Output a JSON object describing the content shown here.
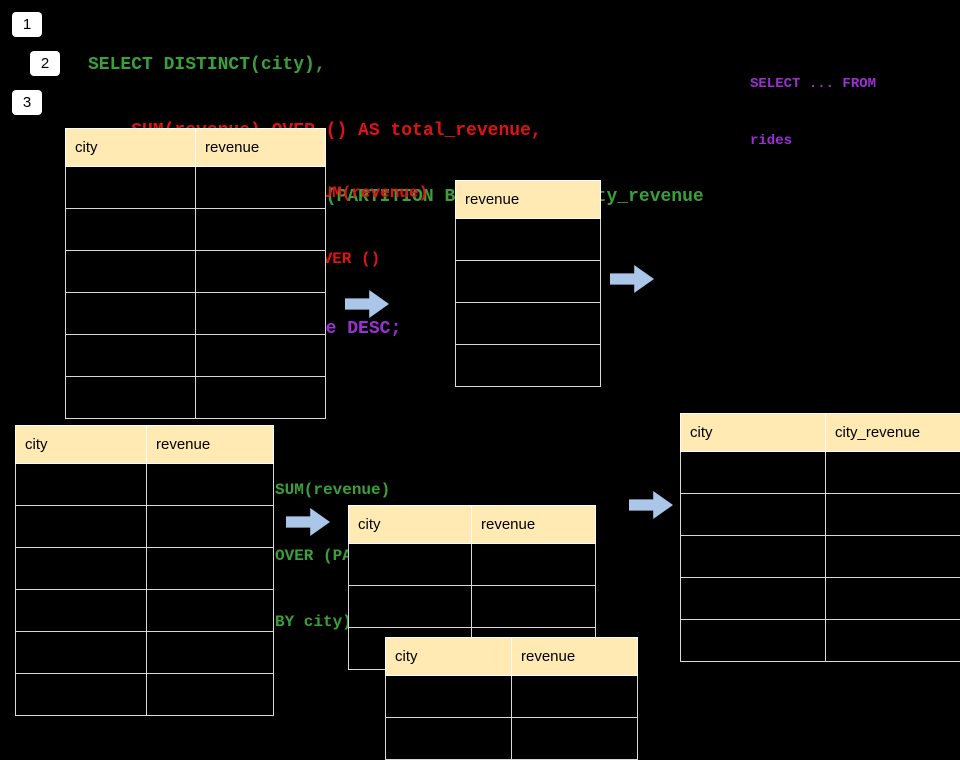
{
  "badges": [
    {
      "label": "1"
    },
    {
      "label": "2"
    },
    {
      "label": "3"
    }
  ],
  "code": {
    "lines": [
      {
        "text": "SELECT DISTINCT(city),",
        "color": "green"
      },
      {
        "text": "    SUM(revenue) OVER () AS total_revenue,",
        "color": "red"
      },
      {
        "text": "    SUM(revenue) OVER (PARTITION BY city) as city_revenue",
        "color": "green"
      },
      {
        "text": "  FROM rides",
        "color": "purple"
      },
      {
        "text": "  ORDER by city_revenue DESC;",
        "color": "purple"
      }
    ]
  },
  "side_note": {
    "line1": "SELECT ... FROM",
    "line2": "rides"
  },
  "annotations": {
    "over_all": {
      "line1": "SUM(revenue)",
      "line2": "OVER ()"
    },
    "over_partition": {
      "line1": "SUM(revenue)",
      "line2": "OVER (PARTITION",
      "line3": "BY city)"
    }
  },
  "tables": {
    "source_top": {
      "col1": "city",
      "col2": "revenue",
      "rows": 6
    },
    "total_result": {
      "col1": "revenue",
      "rows": 4
    },
    "source_bottom": {
      "col1": "city",
      "col2": "revenue",
      "rows": 6
    },
    "partition_back": {
      "col1": "city",
      "col2": "revenue",
      "rows": 3
    },
    "partition_front": {
      "col1": "city",
      "col2": "revenue",
      "rows": 2
    },
    "final_result": {
      "col1": "city",
      "col2": "city_revenue",
      "rows": 5
    }
  },
  "colors": {
    "background": "#000000",
    "code_green": "#3aa03a",
    "code_red": "#e01212",
    "code_purple": "#9c30d2",
    "table_header_bg": "#ffeab3",
    "arrow_fill": "#aac6e8"
  }
}
